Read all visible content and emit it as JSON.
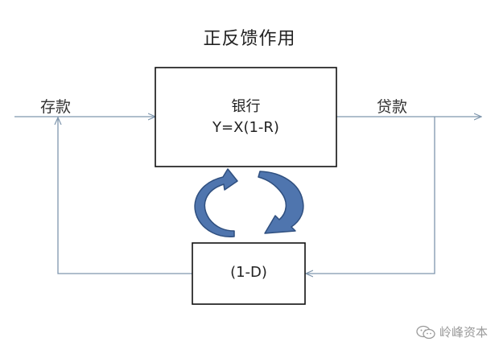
{
  "title": "正反馈作用",
  "labels": {
    "deposit": "存款",
    "loan": "贷款"
  },
  "bank_box": {
    "name": "银行",
    "formula": "Y=X(1-R)"
  },
  "feedback_box": {
    "formula": "(1-D)"
  },
  "watermark": {
    "text": "岭峰资本",
    "icon": "wechat-icon"
  },
  "colors": {
    "line": "#7f96ad",
    "arrow_fill": "#4f75ae",
    "arrow_stroke": "#2f4f7f"
  }
}
